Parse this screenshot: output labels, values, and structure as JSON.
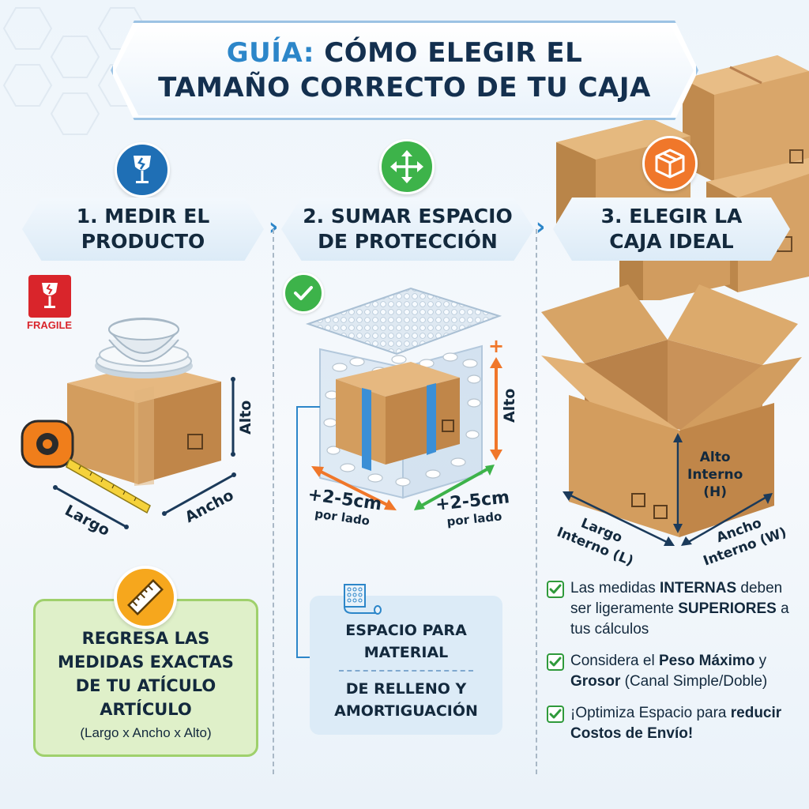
{
  "title": {
    "accent": "GUÍA:",
    "line1_rest": " CÓMO ELEGIR EL",
    "line2": "TAMAÑO CORRECTO DE TU CAJA"
  },
  "steps": [
    {
      "line1": "1. MEDIR EL",
      "line2": "PRODUCTO",
      "icon": "fragile-glass-icon",
      "icon_color": "#1f6fb5"
    },
    {
      "line1": "2. SUMAR ESPACIO",
      "line2": "DE PROTECCIÓN",
      "icon": "move-arrows-icon",
      "icon_color": "#3db34a"
    },
    {
      "line1": "3. ELEGIR LA",
      "line2": "CAJA IDEAL",
      "icon": "box-icon",
      "icon_color": "#f0772a"
    }
  ],
  "panel1": {
    "fragile": "FRAGILE",
    "dims": {
      "alto": "Alto",
      "largo": "Largo",
      "ancho": "Ancho"
    },
    "note_lines": [
      "REGRESA LAS",
      "MEDIDAS EXACTAS",
      "DE TU ATÍCULO",
      "ARTÍCULO"
    ],
    "note_sub": "(Largo x Ancho x Alto)"
  },
  "panel2": {
    "alto": "Alto",
    "plus": "+",
    "pad_left": {
      "big": "+2-5cm",
      "small": "por lado"
    },
    "pad_right": {
      "big": "+2-5cm",
      "small": "por lado"
    },
    "info_lines_top": [
      "ESPACIO PARA",
      "MATERIAL"
    ],
    "info_lines_bottom": [
      "DE RELLENO Y",
      "AMORTIGUACIÓN"
    ]
  },
  "panel3": {
    "alto_interno": [
      "Alto",
      "Interno",
      "(H)"
    ],
    "largo_interno": [
      "Largo",
      "Interno (L)"
    ],
    "ancho_interno": [
      "Ancho",
      "Interno (W)"
    ],
    "checks": [
      {
        "parts": [
          {
            "t": "Las medidas ",
            "b": false
          },
          {
            "t": "INTERNAS",
            "b": true
          },
          {
            "t": " deben ser ligeramente ",
            "b": false
          },
          {
            "t": "SUPERIORES",
            "b": true
          },
          {
            "t": " a tus cálculos",
            "b": false
          }
        ]
      },
      {
        "parts": [
          {
            "t": "Considera el ",
            "b": false
          },
          {
            "t": "Peso Máximo",
            "b": true
          },
          {
            "t": " y ",
            "b": false
          },
          {
            "t": "Grosor",
            "b": true
          },
          {
            "t": " (Canal Simple/Doble)",
            "b": false
          }
        ]
      },
      {
        "parts": [
          {
            "t": "¡Optimiza Espacio para ",
            "b": false
          },
          {
            "t": "reducir Costos de Envío!",
            "b": true
          }
        ]
      }
    ]
  },
  "colors": {
    "title_accent": "#2c86c9",
    "navy": "#13293d",
    "cardboard": "#d9a86c",
    "green": "#3db34a",
    "orange": "#f0772a"
  }
}
